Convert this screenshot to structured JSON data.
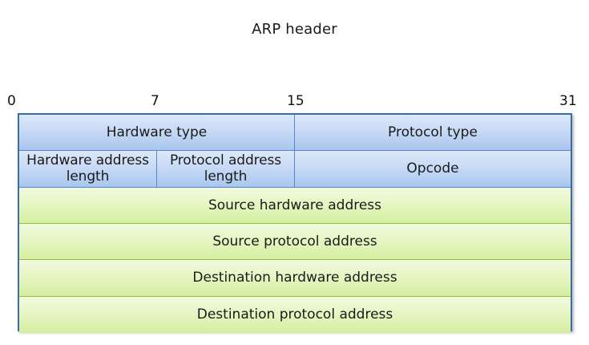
{
  "title": "ARP header",
  "ruler": {
    "ticks": [
      {
        "label": "0"
      },
      {
        "label": "7"
      },
      {
        "label": "15"
      },
      {
        "label": "31"
      }
    ]
  },
  "colors": {
    "blue_border": "#3a6ea5",
    "blue_fill_top": "#dce8fa",
    "blue_fill_bottom": "#a9c6ee",
    "blue_gridline": "#5a86c4",
    "green_fill_top": "#f1fade",
    "green_fill_bottom": "#d4efa0",
    "green_gridline": "#9aba4a",
    "text": "#1a1a1a"
  },
  "table": {
    "rows": [
      {
        "style": "blue",
        "cells": [
          {
            "label": "Hardware type",
            "span": "half"
          },
          {
            "label": "Protocol type",
            "span": "half"
          }
        ]
      },
      {
        "style": "blue",
        "cells": [
          {
            "label": "Hardware address length",
            "span": "quarter"
          },
          {
            "label": "Protocol address length",
            "span": "quarter"
          },
          {
            "label": "Opcode",
            "span": "half"
          }
        ]
      },
      {
        "style": "green",
        "cells": [
          {
            "label": "Source hardware address",
            "span": "full"
          }
        ]
      },
      {
        "style": "green",
        "cells": [
          {
            "label": "Source protocol address",
            "span": "full"
          }
        ]
      },
      {
        "style": "green",
        "cells": [
          {
            "label": "Destination hardware address",
            "span": "full"
          }
        ]
      },
      {
        "style": "green",
        "cells": [
          {
            "label": "Destination protocol address",
            "span": "full"
          }
        ]
      }
    ]
  }
}
